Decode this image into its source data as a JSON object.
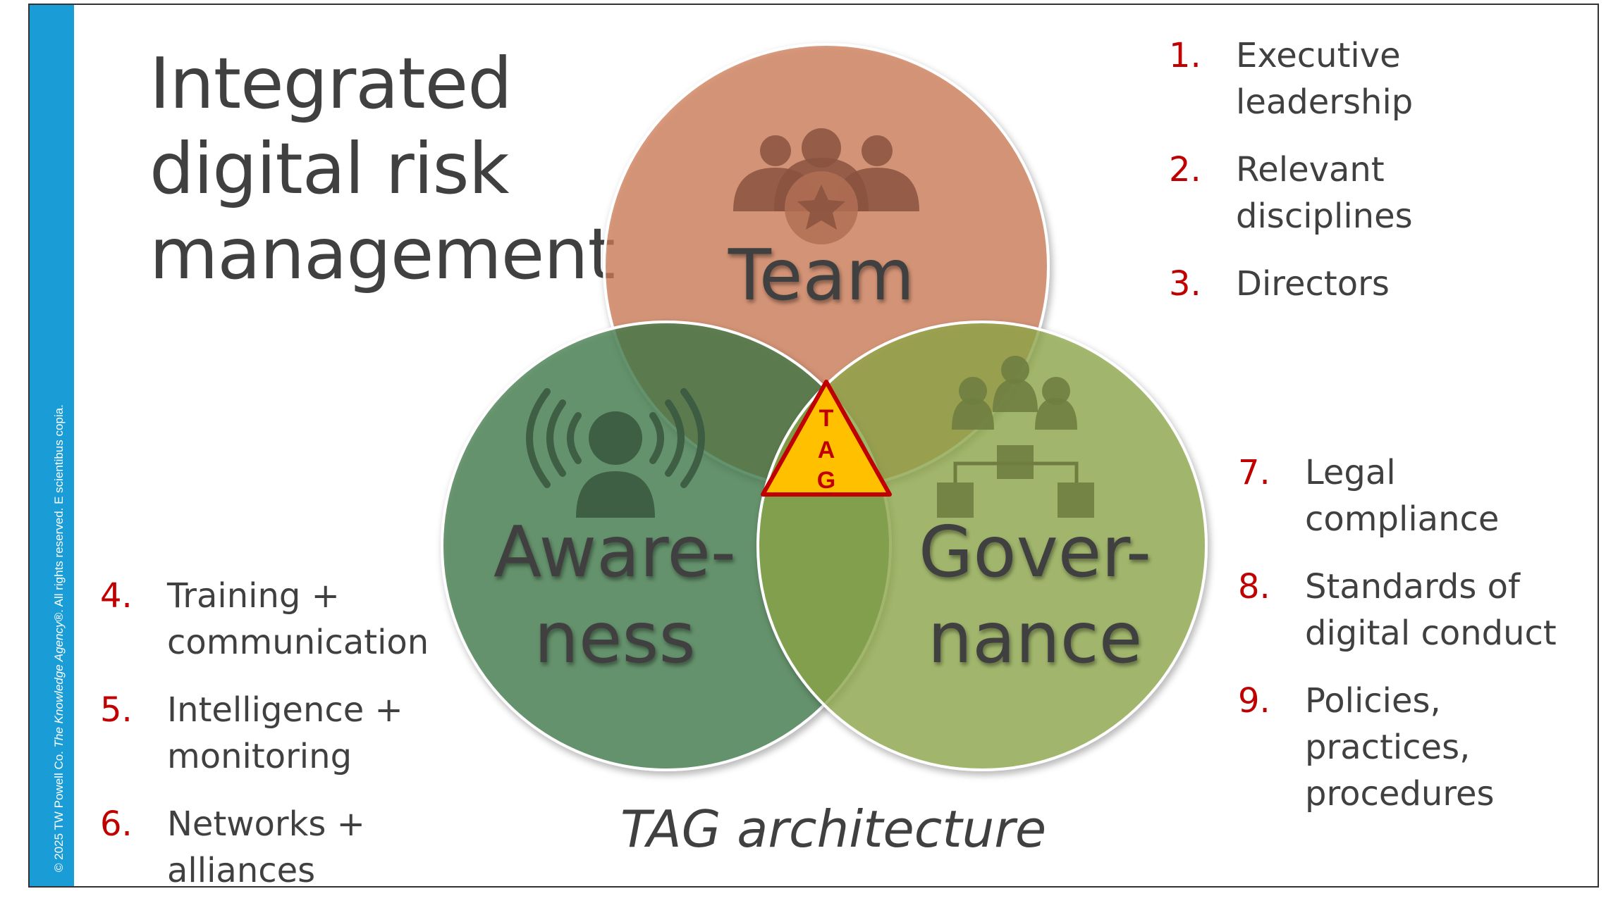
{
  "copyright": {
    "prefix": "© 2025 TW Powell Co. ",
    "agency": "The Knowledge Agency®",
    "suffix": ".  All rights reserved.  E scientibus copia."
  },
  "title_lines": [
    "Integrated",
    "digital risk",
    "management"
  ],
  "venn": {
    "team": {
      "label": "Team",
      "color": "#d07b55"
    },
    "awareness": {
      "label_lines": [
        "Aware-",
        "ness"
      ],
      "color": "#3f7a4a"
    },
    "governance": {
      "label_lines": [
        "Gover-",
        "nance"
      ],
      "color": "#8fab4a"
    },
    "center_letters": [
      "T",
      "A",
      "G"
    ],
    "center_fill": "#ffc000",
    "center_stroke": "#c00000"
  },
  "lists": {
    "team": [
      {
        "num": "1.",
        "lines": [
          "Executive",
          "leadership"
        ]
      },
      {
        "num": "2.",
        "lines": [
          "Relevant",
          "disciplines"
        ]
      },
      {
        "num": "3.",
        "lines": [
          "Directors"
        ]
      }
    ],
    "awareness": [
      {
        "num": "4.",
        "lines": [
          "Training +",
          "communication"
        ]
      },
      {
        "num": "5.",
        "lines": [
          "Intelligence +",
          "monitoring"
        ]
      },
      {
        "num": "6.",
        "lines": [
          "Networks + alliances"
        ]
      }
    ],
    "governance": [
      {
        "num": "7.",
        "lines": [
          "Legal",
          "compliance"
        ]
      },
      {
        "num": "8.",
        "lines": [
          "Standards of",
          "digital conduct"
        ]
      },
      {
        "num": "9.",
        "lines": [
          "Policies,",
          "practices,",
          "procedures"
        ]
      }
    ]
  },
  "caption": "TAG architecture",
  "icons": [
    "team-star-icon",
    "broadcast-person-icon",
    "org-chart-icon"
  ]
}
